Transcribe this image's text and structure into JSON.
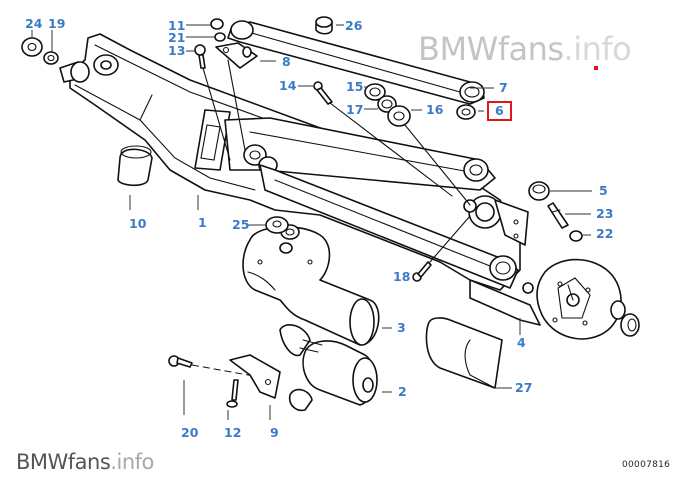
{
  "diagram": {
    "title": "Windshield wiper linkage / wiper motor — exploded parts diagram",
    "reference_number": "00007816",
    "highlighted_part": "6",
    "colors": {
      "callout": "#3a7bc8",
      "highlight_box": "#e4141b",
      "watermark_dot": "#e4141b",
      "line_art": "#111111"
    },
    "callouts": [
      {
        "id": "24",
        "label": "24"
      },
      {
        "id": "19",
        "label": "19"
      },
      {
        "id": "11",
        "label": "11"
      },
      {
        "id": "21",
        "label": "21"
      },
      {
        "id": "13",
        "label": "13"
      },
      {
        "id": "26",
        "label": "26"
      },
      {
        "id": "8",
        "label": "8"
      },
      {
        "id": "14",
        "label": "14"
      },
      {
        "id": "15",
        "label": "15"
      },
      {
        "id": "17",
        "label": "17"
      },
      {
        "id": "16",
        "label": "16"
      },
      {
        "id": "7",
        "label": "7"
      },
      {
        "id": "6",
        "label": "6",
        "highlighted": true
      },
      {
        "id": "5",
        "label": "5"
      },
      {
        "id": "23",
        "label": "23"
      },
      {
        "id": "22",
        "label": "22"
      },
      {
        "id": "10",
        "label": "10"
      },
      {
        "id": "1",
        "label": "1"
      },
      {
        "id": "25",
        "label": "25"
      },
      {
        "id": "18",
        "label": "18"
      },
      {
        "id": "3",
        "label": "3"
      },
      {
        "id": "4",
        "label": "4"
      },
      {
        "id": "27",
        "label": "27"
      },
      {
        "id": "2",
        "label": "2"
      },
      {
        "id": "20",
        "label": "20"
      },
      {
        "id": "12",
        "label": "12"
      },
      {
        "id": "9",
        "label": "9"
      }
    ]
  },
  "watermark": {
    "top": {
      "main": "BMWfans",
      "suffix": ".info"
    },
    "bottom": {
      "main": "BMWfans",
      "suffix": ".info"
    }
  }
}
